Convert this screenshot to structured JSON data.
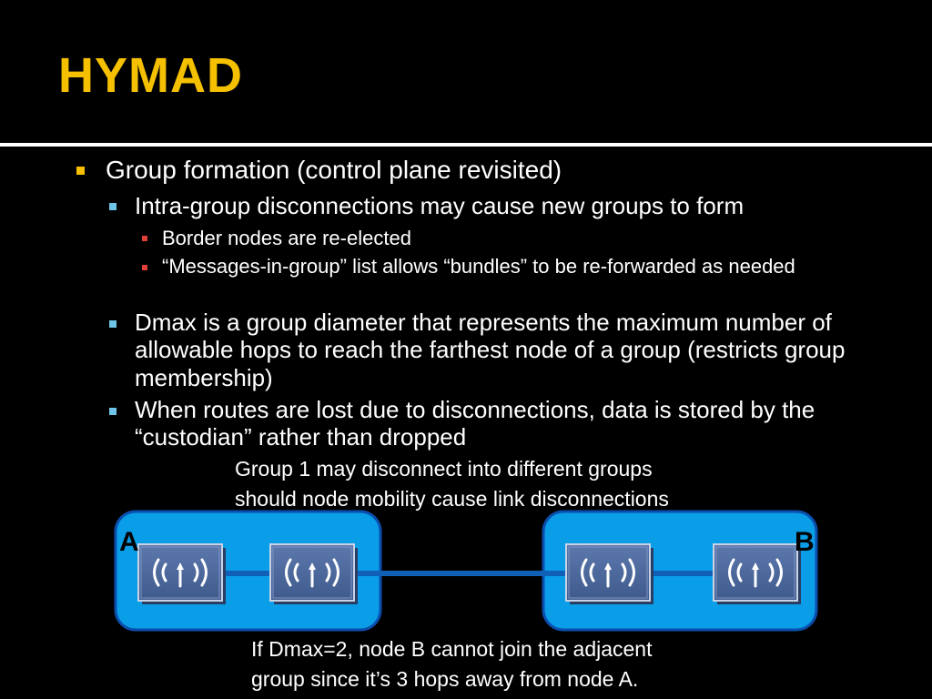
{
  "title": "HYMAD",
  "bullets": {
    "b1": "Group formation (control plane revisited)",
    "b1_1": "Intra-group disconnections may cause new groups to form",
    "b1_1_1": "Border nodes are re-elected",
    "b1_1_2": "“Messages-in-group” list allows “bundles” to be re-forwarded as needed",
    "b1_2": "Dmax is a group diameter that represents the maximum number of allowable hops to reach the farthest node of a group (restricts group membership)",
    "b1_3": "When routes are lost due to disconnections, data is stored  by the “custodian” rather than dropped"
  },
  "diagram": {
    "caption_top": [
      "Group 1 may disconnect into different groups",
      "should node mobility cause link disconnections"
    ],
    "label_a": "A",
    "label_b": "B",
    "caption_bottom": [
      "If Dmax=2, node B cannot join the adjacent",
      "group since it’s 3 hops away from node A."
    ],
    "node_icon": "wireless-router-icon",
    "colors": {
      "group_fill": "#0a9de8",
      "group_border": "#0b4fae",
      "link": "#1060b8",
      "node_face": "#4d6a9e",
      "title": "#f4c000"
    }
  }
}
